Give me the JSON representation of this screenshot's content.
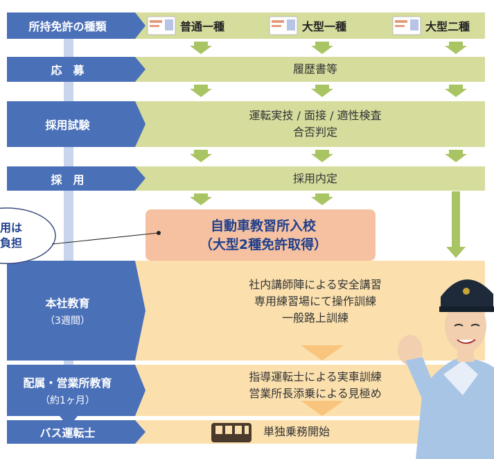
{
  "header": {
    "license_type_label": "所持免許の種類",
    "licenses": [
      {
        "label": "普通一種"
      },
      {
        "label": "大型一種"
      },
      {
        "label": "大型二種"
      }
    ]
  },
  "stages": [
    {
      "label": "応　募",
      "content": [
        "履歴書等"
      ]
    },
    {
      "label": "採用試験",
      "content": [
        "運転実技 / 面接 / 適性検査",
        "合否判定"
      ]
    },
    {
      "label": "採　用",
      "content": [
        "採用内定"
      ]
    },
    {
      "label": "本社教育",
      "sub": "（3週間）",
      "content": [
        "社内講師陣による安全講習",
        "専用練習場にて操作訓練",
        "一般路上訓練"
      ]
    },
    {
      "label": "配属・営業所教育",
      "sub": "（約1ヶ月）",
      "content": [
        "指導運転士による実車訓練",
        "営業所長添乗による見極め"
      ]
    },
    {
      "label": "バス運転士",
      "content": [
        "単独乗務開始"
      ]
    }
  ],
  "school": {
    "line1": "自動車教習所入校",
    "line2": "（大型2種免許取得）"
  },
  "callout": {
    "line1": "用は",
    "line2": "負担"
  },
  "colors": {
    "label_blue": "#4a70b8",
    "green_band": "#d5dc9c",
    "green_arrow": "#a9c563",
    "orange_band": "#fbe0ae",
    "orange_arrow": "#f8c47e",
    "school_box": "#f6c1a0",
    "school_text": "#1f3f8c",
    "spine": "#c9d5ec"
  },
  "icons": [
    "license-card-icon",
    "bus-icon",
    "arrow-down-icon",
    "driver-photo"
  ]
}
